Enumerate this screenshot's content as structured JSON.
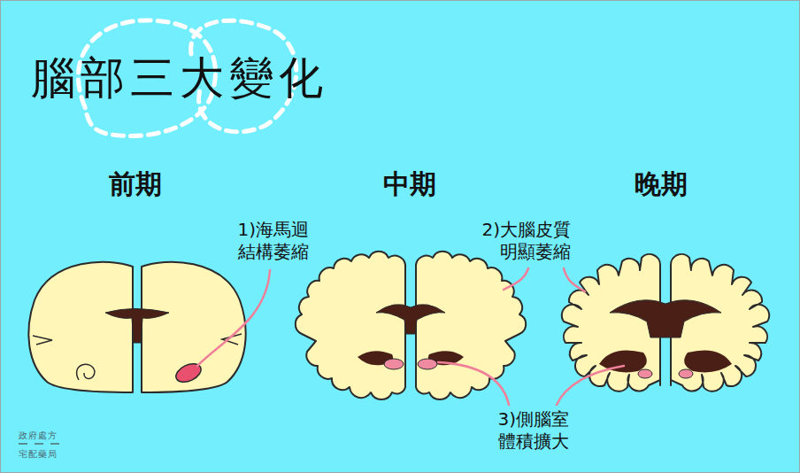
{
  "diagram": {
    "title": "腦部三大變化",
    "labels": [
      "前期",
      "中期",
      "晚期",
      "1)海馬迴 結構萎縮",
      "2)大腦皮質 明顯萎縮",
      "3)側腦室 體積擴大",
      "政府處方",
      "宅配藥局"
    ]
  }
}
